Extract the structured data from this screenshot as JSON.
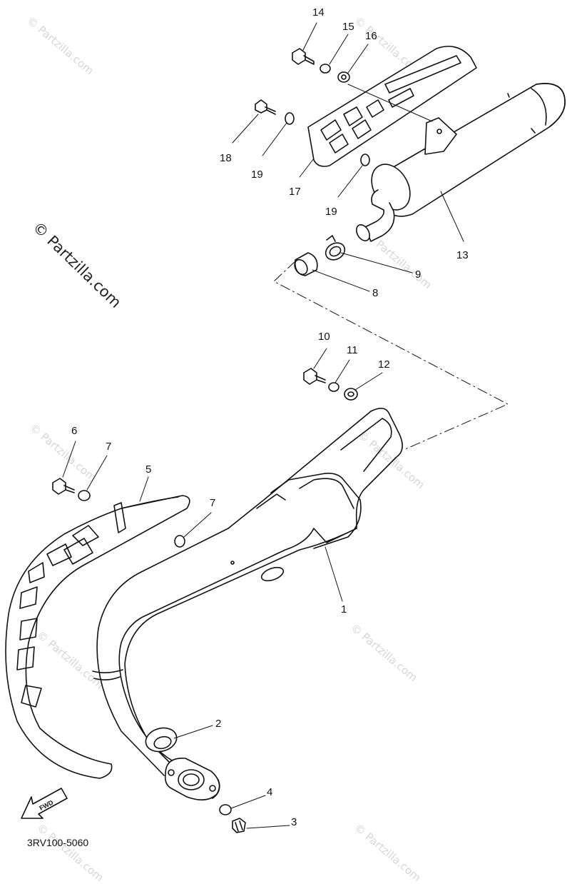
{
  "diagram": {
    "watermark_main": "© Partzilla.com",
    "watermark_small": "© Partzilla.com",
    "diagram_code": "3RV100-5060",
    "fwd_label": "FWD",
    "callouts": {
      "c14": "14",
      "c15": "15",
      "c16": "16",
      "c18": "18",
      "c19a": "19",
      "c17": "17",
      "c19b": "19",
      "c13": "13",
      "c9": "9",
      "c8": "8",
      "c10": "10",
      "c11": "11",
      "c12": "12",
      "c6": "6",
      "c7a": "7",
      "c5": "5",
      "c7b": "7",
      "c1": "1",
      "c2": "2",
      "c4": "4",
      "c3": "3"
    }
  }
}
